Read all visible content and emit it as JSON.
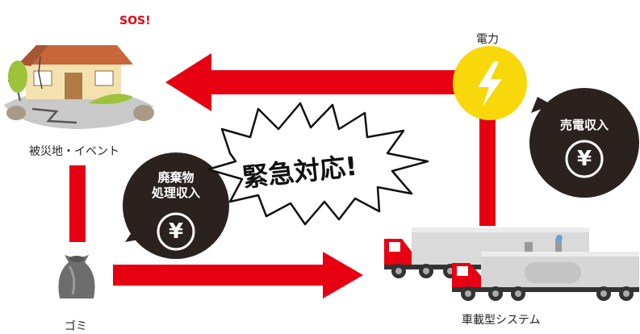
{
  "labels": {
    "sos": "SOS!",
    "disaster_site": "被災地・イベント",
    "garbage": "ゴミ",
    "power": "電力",
    "vehicle_system": "車載型システム",
    "emergency": "緊急対応!"
  },
  "bubbles": {
    "waste_income_line1": "廃棄物",
    "waste_income_line2": "処理収入",
    "power_income": "売電収入",
    "yen_symbol": "¥"
  },
  "colors": {
    "arrow_red": "#e60012",
    "bubble_dark": "#2b2220",
    "power_yellow": "#f8d80a",
    "sos_red": "#e60012"
  },
  "icons": {
    "house": "damaged-house-icon",
    "garbage": "garbage-bag-icon",
    "power": "lightning-bolt-icon",
    "trucks": "truck-system-icon"
  }
}
